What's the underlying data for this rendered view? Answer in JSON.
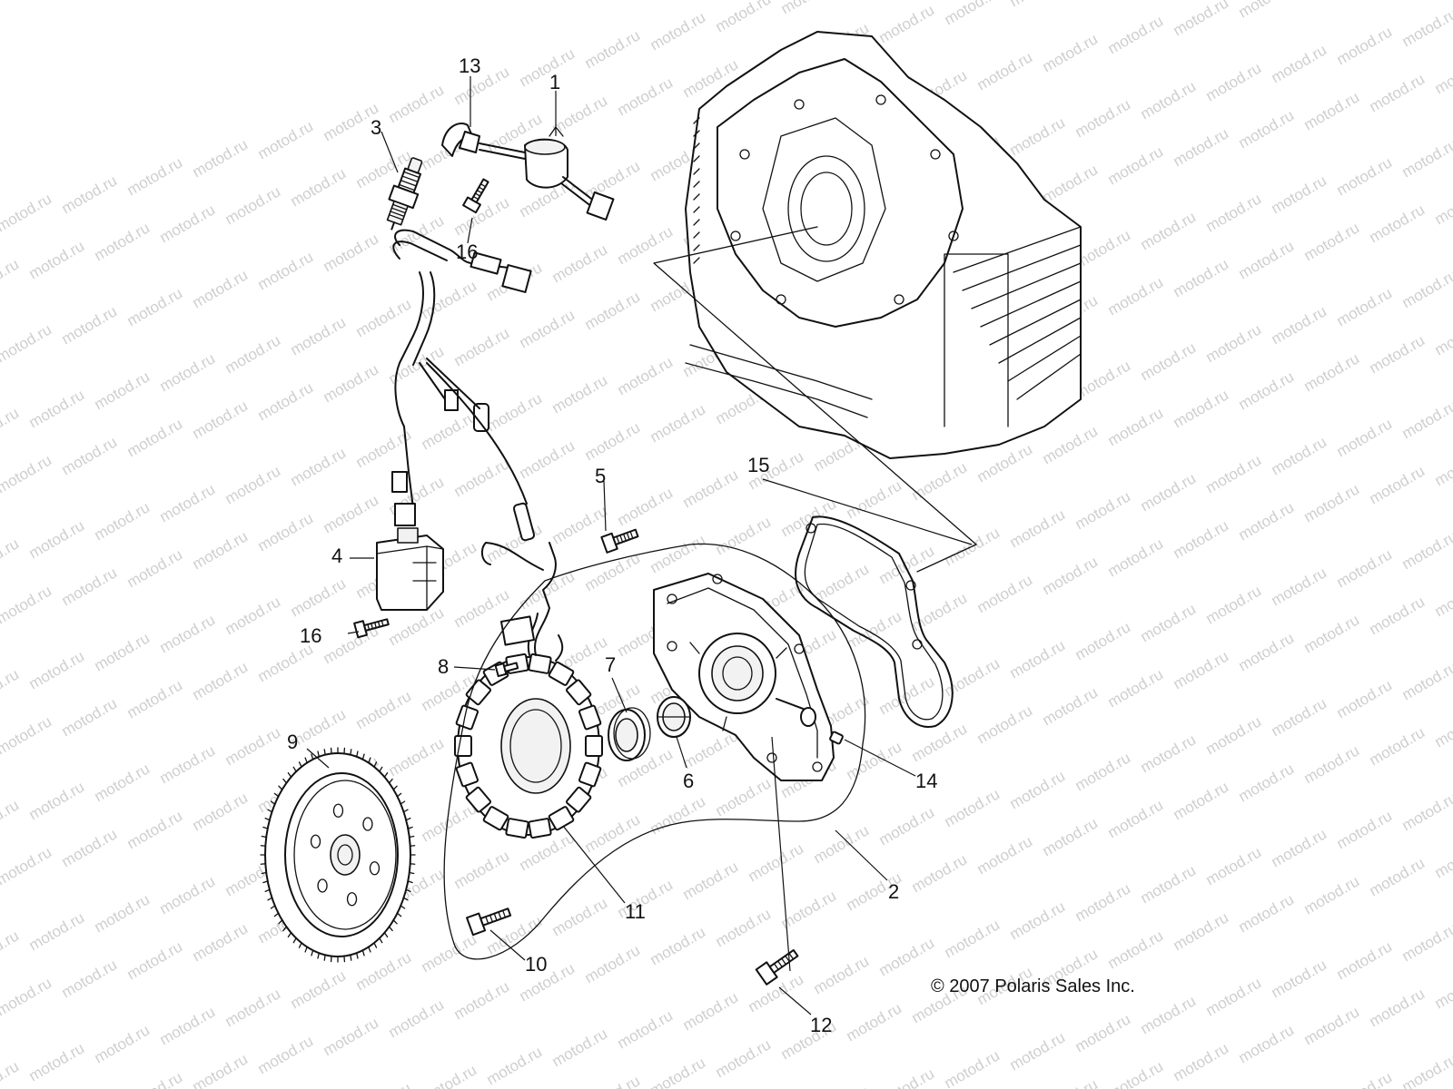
{
  "watermark": "motod.ru",
  "copyright": "© 2007 Polaris Sales Inc.",
  "callouts": [
    "1",
    "2",
    "3",
    "4",
    "5",
    "6",
    "7",
    "8",
    "9",
    "10",
    "11",
    "12",
    "13",
    "14",
    "15",
    "16",
    "16"
  ]
}
